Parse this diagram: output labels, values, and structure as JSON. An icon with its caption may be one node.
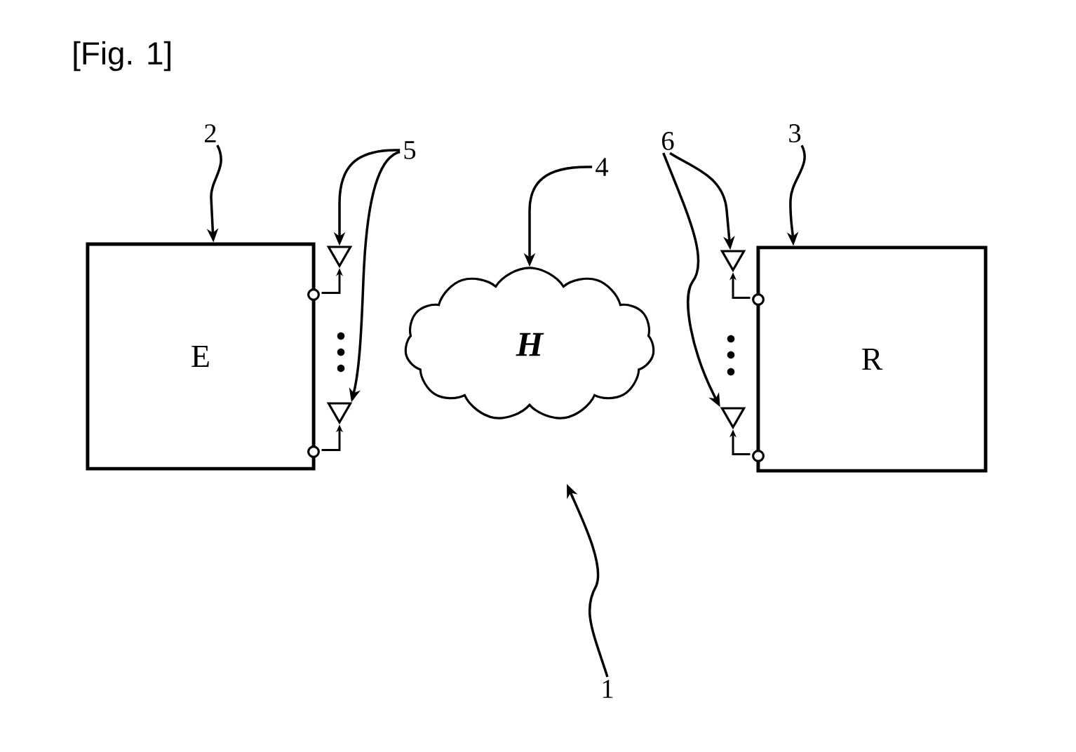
{
  "diagram": {
    "title": "[Fig. 1]",
    "nodes": [
      {
        "text": [
          "2"
        ]
      },
      {
        "text": [
          "5"
        ]
      },
      {
        "text": [
          "4"
        ]
      },
      {
        "text": [
          "6"
        ]
      },
      {
        "text": [
          "3"
        ]
      },
      {
        "text": [
          "E"
        ]
      },
      {
        "text": [],
        "shape": "triangle"
      },
      {
        "text": [],
        "shape": "triangle"
      },
      {
        "text": [
          "H"
        ]
      },
      {
        "text": [],
        "shape": "triangle"
      },
      {
        "text": [],
        "shape": "triangle"
      },
      {
        "text": [
          "R"
        ]
      },
      {
        "text": [
          "1"
        ]
      }
    ],
    "edges": [
      {
        "from": 5,
        "to": 6,
        "arrow": "to"
      },
      {
        "from": 5,
        "to": 7,
        "arrow": "to"
      },
      {
        "from": 11,
        "to": 9,
        "arrow": "to"
      },
      {
        "from": 11,
        "to": 10,
        "arrow": "to"
      },
      {
        "from": 0,
        "to": 5,
        "arrow": "to"
      },
      {
        "from": 1,
        "to": 6,
        "arrow": "to"
      },
      {
        "from": 1,
        "to": 7,
        "arrow": "to"
      },
      {
        "from": 2,
        "to": 8,
        "arrow": "to"
      },
      {
        "from": 3,
        "to": 9,
        "arrow": "to"
      },
      {
        "from": 3,
        "to": 10,
        "arrow": "to"
      },
      {
        "from": 4,
        "to": 11,
        "arrow": "to"
      },
      {
        "from": 12,
        "to": null,
        "arrow": "to"
      }
    ]
  }
}
